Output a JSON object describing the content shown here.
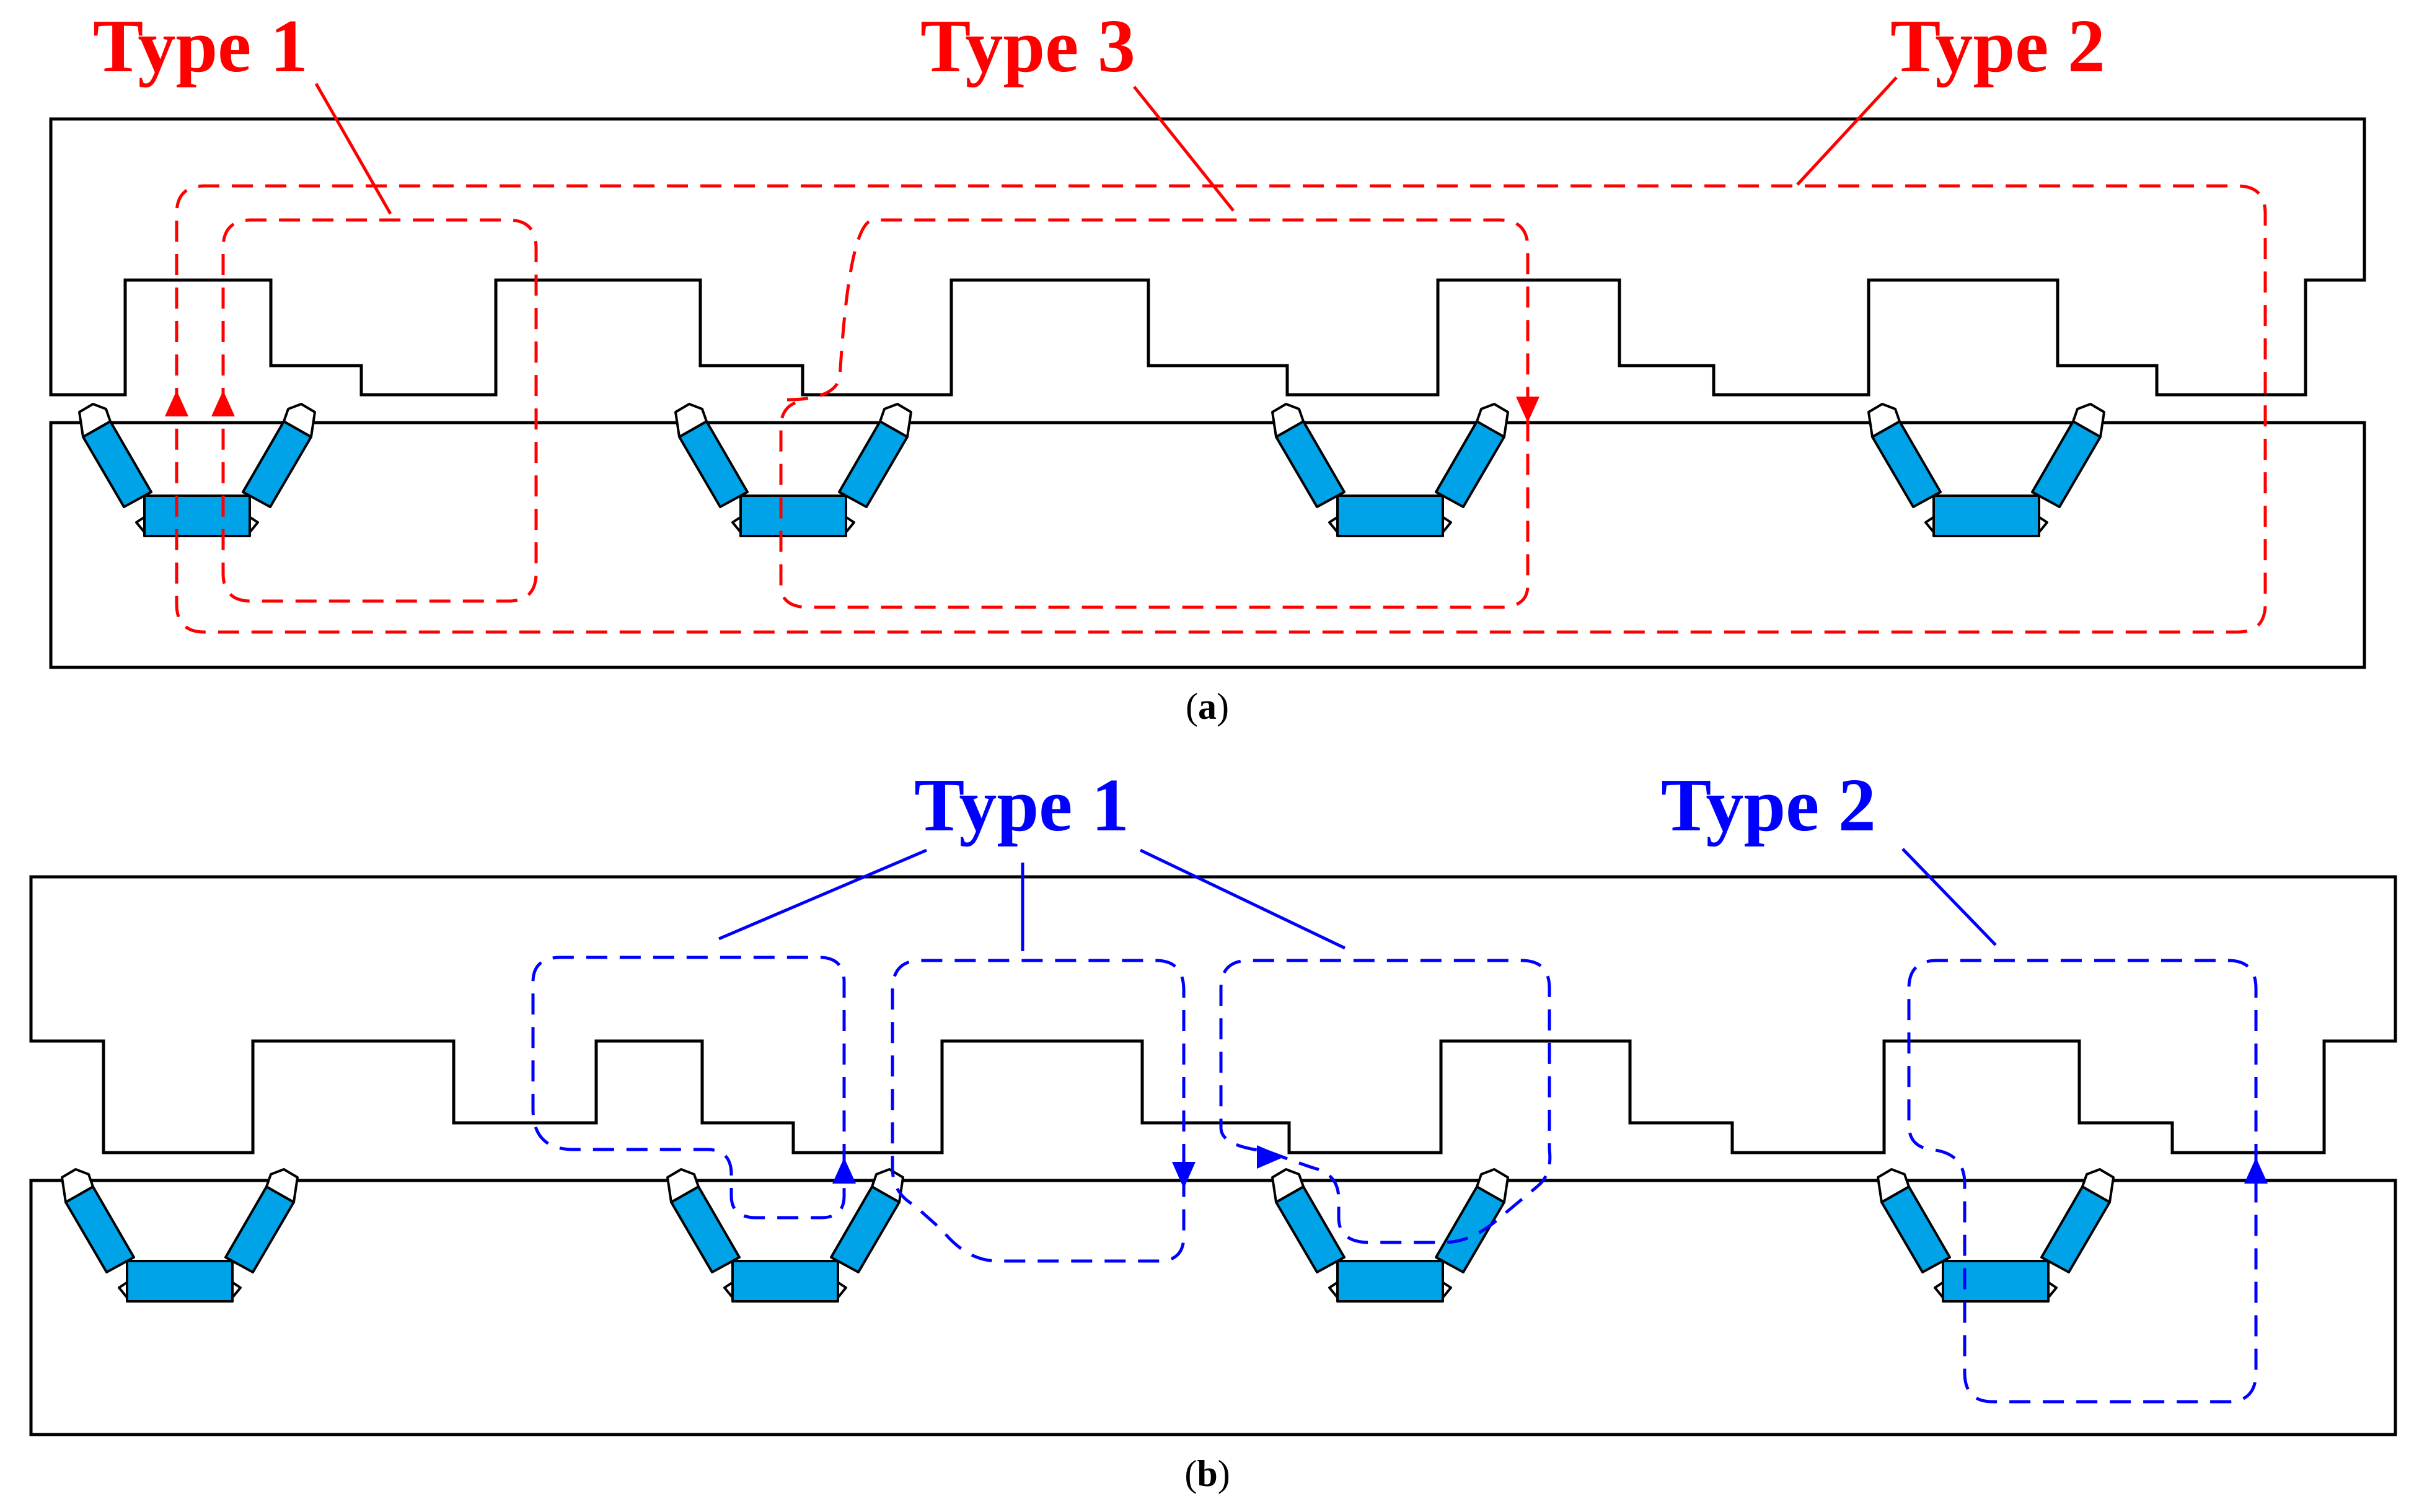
{
  "colors": {
    "panel_a_accent": "#ff0000",
    "panel_b_accent": "#0000ff",
    "magnet": "#00a2e8",
    "outline": "#000000"
  },
  "panels": [
    {
      "caption_open": "(",
      "caption_letter": "a",
      "caption_close": ")",
      "labels": {
        "type1": "Type 1",
        "type3": "Type 3",
        "type2": "Type 2"
      }
    },
    {
      "caption_open": "(",
      "caption_letter": "b",
      "caption_close": ")",
      "labels": {
        "type1": "Type 1",
        "type2": "Type 2"
      }
    }
  ]
}
